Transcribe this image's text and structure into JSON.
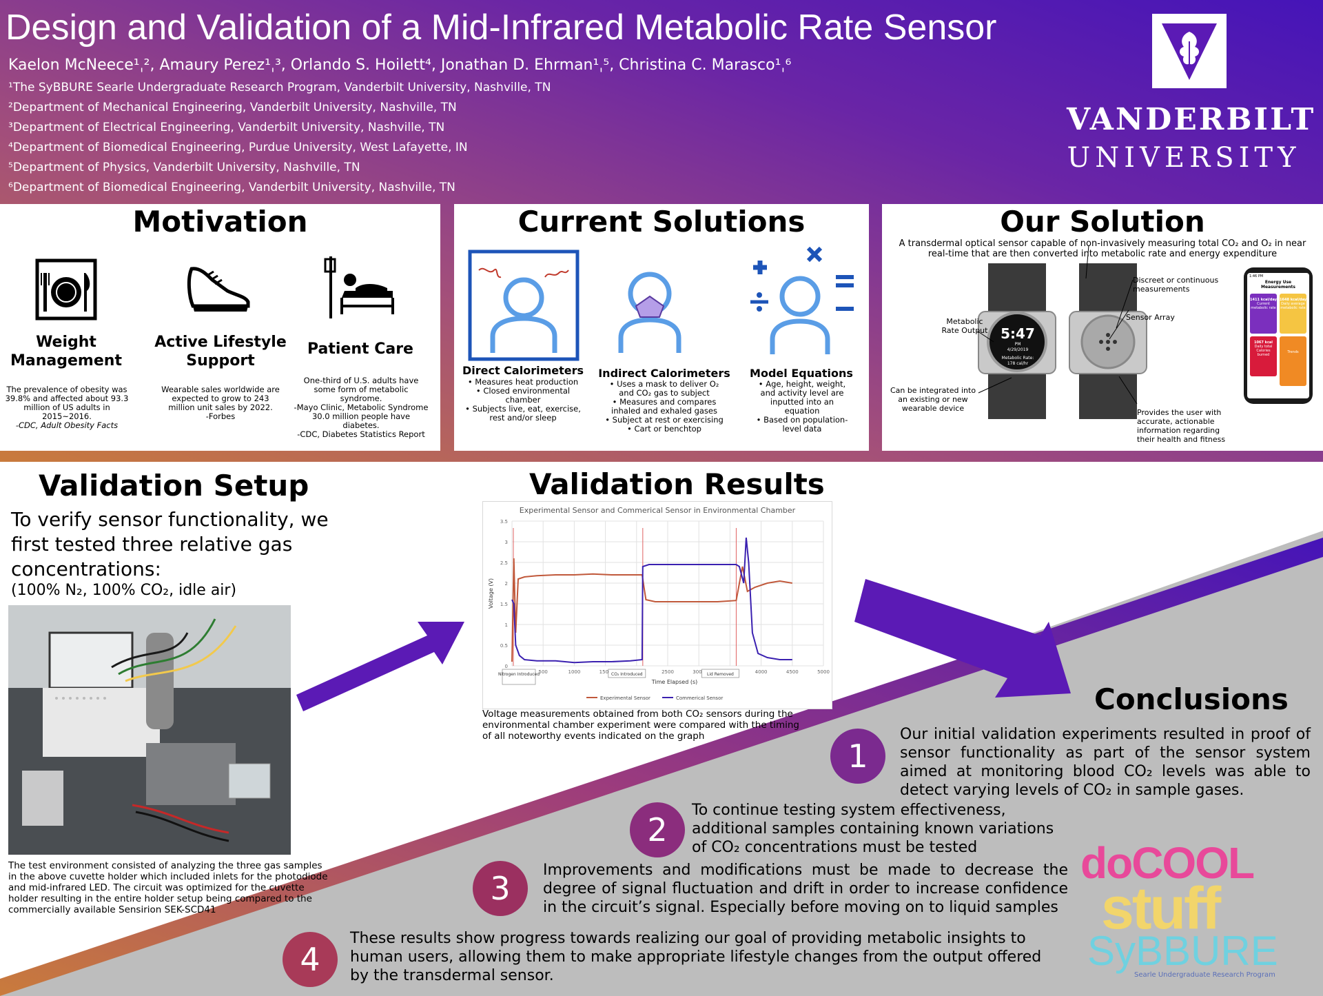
{
  "header": {
    "title": "Design and Validation of a Mid-Infrared Metabolic Rate Sensor",
    "authors": "Kaelon McNeece¹ˌ², Amaury Perez¹ˌ³, Orlando S. Hoilett⁴, Jonathan D. Ehrman¹ˌ⁵, Christina C. Marasco¹ˌ⁶",
    "affiliations": [
      "¹The SyBBURE Searle Undergraduate Research Program, Vanderbilt University, Nashville, TN",
      "²Department of Mechanical Engineering, Vanderbilt University, Nashville, TN",
      "³Department of Electrical Engineering, Vanderbilt University, Nashville, TN",
      "⁴Department of Biomedical Engineering, Purdue University, West Lafayette, IN",
      "⁵Department of Physics, Vanderbilt University, Nashville, TN",
      "⁶Department of Biomedical Engineering, Vanderbilt University, Nashville, TN"
    ],
    "logo_line1": "VANDERBILT",
    "logo_line2": "UNIVERSITY"
  },
  "motivation": {
    "title": "Motivation",
    "items": [
      {
        "label_1": "Weight",
        "label_2": "Management",
        "icon": "plate-icon",
        "lines": [
          "The prevalence of obesity was",
          "39.8% and affected about 93.3",
          "million of US adults in 2015~2016.",
          "-CDC, Adult Obesity Facts"
        ]
      },
      {
        "label_1": "Active Lifestyle",
        "label_2": "Support",
        "icon": "sneaker-icon",
        "lines": [
          "Wearable sales worldwide are",
          "expected to grow to 243",
          "million unit sales by 2022.",
          "-Forbes"
        ]
      },
      {
        "label_1": "Patient Care",
        "label_2": "",
        "icon": "hospital-bed-icon",
        "lines": [
          "One-third of U.S. adults have",
          "some form of metabolic syndrome.",
          "-Mayo Clinic, Metabolic Syndrome",
          "30.0 million people have diabetes.",
          "-CDC, Diabetes Statistics Report"
        ]
      }
    ]
  },
  "current": {
    "title": "Current Solutions",
    "items": [
      {
        "label": "Direct Calorimeters",
        "icon": "head-heat-icon",
        "bullets": [
          "Measures heat production",
          "Closed environmental chamber",
          "Subjects live, eat, exercise, rest and/or sleep"
        ]
      },
      {
        "label": "Indirect Calorimeters",
        "icon": "head-mask-icon",
        "bullets": [
          "Uses a mask to deliver O₂ and CO₂ gas to subject",
          "Measures and compares inhaled and exhaled gases",
          "Subject at rest or exercising",
          "Cart or benchtop"
        ]
      },
      {
        "label": "Model Equations",
        "icon": "head-math-icon",
        "bullets": [
          "Age, height, weight, and activity level are inputted into an equation",
          "Based on population-level data"
        ]
      }
    ]
  },
  "ours": {
    "title": "Our Solution",
    "subtitle": "A transdermal optical sensor capable of non-invasively measuring total CO₂ and O₂ in near real-time that are then converted into metabolic rate and energy expenditure",
    "notes": {
      "metabolic": "Metabolic Rate Output",
      "discreet": "Discreet or continuous measurements",
      "sensor_array": "Sensor Array",
      "integrated": "Can be integrated into an existing or new wearable device",
      "provides": "Provides the user with accurate, actionable information regarding their health and fitness"
    },
    "watch": {
      "time": "5:47",
      "pm": "PM",
      "date": "4/29/2019",
      "rate_label": "Metabolic Rate:",
      "rate": "178 cal/hr"
    },
    "phone": {
      "status_time": "1:46 PM",
      "header": "Energy Use Measurements",
      "tiles": [
        {
          "value": "1411 kcal/day",
          "label": "Current metabolic rate",
          "color": "#7b2fbe"
        },
        {
          "value": "1648 kcal/day",
          "label": "Daily average metabolic rate",
          "color": "#f5c542"
        },
        {
          "value": "1067 kcal",
          "label": "Daily total Calories burned",
          "color": "#d81b3b"
        },
        {
          "value": "",
          "label": "Trends",
          "color": "#f08a24"
        }
      ]
    }
  },
  "setup": {
    "title": "Validation Setup",
    "intro": "To verify sensor functionality, we first tested three relative gas concentrations:",
    "gases": "(100% N₂, 100% CO₂, idle air)",
    "caption": "The test environment consisted of analyzing the three gas samples in the above cuvette holder which included inlets for the photodiode and mid-infrared LED. The circuit was optimized for the cuvette holder resulting in the entire holder setup being compared to the commercially available Sensirion SEK-SCD41"
  },
  "results": {
    "title": "Validation Results",
    "caption": "Voltage measurements obtained from both CO₂ sensors during the environmental chamber experiment were compared with the timing of all noteworthy events indicated on the graph"
  },
  "chart_data": {
    "type": "line",
    "title": "Experimental Sensor and Commerical Sensor in Environmental Chamber",
    "xlabel": "Time Elapsed (s)",
    "ylabel": "Voltage (V)",
    "xlim": [
      0,
      5000
    ],
    "ylim": [
      0,
      3.5
    ],
    "xticks": [
      0,
      500,
      1000,
      1500,
      2000,
      2500,
      3000,
      3500,
      4000,
      4500,
      5000
    ],
    "yticks": [
      0,
      0.5,
      1,
      1.5,
      2,
      2.5,
      3,
      3.5
    ],
    "grid": true,
    "legend": "bottom",
    "events": [
      {
        "x": 0,
        "label": "Nitrogen Introduced"
      },
      {
        "x": 2100,
        "label": "CO₂ Introduced"
      },
      {
        "x": 3600,
        "label": "Lid Removed"
      }
    ],
    "series": [
      {
        "name": "Experimental Sensor",
        "color": "#c0583a",
        "points": [
          [
            0,
            0.1
          ],
          [
            30,
            2.6
          ],
          [
            60,
            0.8
          ],
          [
            100,
            2.1
          ],
          [
            200,
            2.15
          ],
          [
            400,
            2.18
          ],
          [
            700,
            2.2
          ],
          [
            1000,
            2.2
          ],
          [
            1300,
            2.22
          ],
          [
            1600,
            2.2
          ],
          [
            1900,
            2.2
          ],
          [
            2090,
            2.2
          ],
          [
            2120,
            1.9
          ],
          [
            2150,
            1.6
          ],
          [
            2300,
            1.55
          ],
          [
            2600,
            1.55
          ],
          [
            3000,
            1.55
          ],
          [
            3300,
            1.55
          ],
          [
            3600,
            1.58
          ],
          [
            3700,
            2.4
          ],
          [
            3780,
            1.8
          ],
          [
            3900,
            1.9
          ],
          [
            4100,
            2.0
          ],
          [
            4300,
            2.05
          ],
          [
            4500,
            2.0
          ]
        ]
      },
      {
        "name": "Commerical Sensor",
        "color": "#3a20b0",
        "points": [
          [
            0,
            1.6
          ],
          [
            30,
            1.5
          ],
          [
            60,
            0.5
          ],
          [
            120,
            0.25
          ],
          [
            200,
            0.15
          ],
          [
            400,
            0.12
          ],
          [
            700,
            0.12
          ],
          [
            1000,
            0.08
          ],
          [
            1300,
            0.1
          ],
          [
            1600,
            0.1
          ],
          [
            1900,
            0.12
          ],
          [
            2090,
            0.15
          ],
          [
            2100,
            2.4
          ],
          [
            2200,
            2.45
          ],
          [
            2600,
            2.45
          ],
          [
            3000,
            2.45
          ],
          [
            3400,
            2.45
          ],
          [
            3600,
            2.45
          ],
          [
            3650,
            2.4
          ],
          [
            3720,
            2.0
          ],
          [
            3760,
            3.1
          ],
          [
            3800,
            2.5
          ],
          [
            3860,
            0.8
          ],
          [
            3950,
            0.3
          ],
          [
            4100,
            0.2
          ],
          [
            4300,
            0.15
          ],
          [
            4500,
            0.15
          ]
        ]
      }
    ]
  },
  "conclusions": {
    "title": "Conclusions",
    "items": [
      {
        "num": "1",
        "text": "Our initial validation experiments resulted in proof of sensor functionality as part of the sensor system aimed at monitoring blood CO₂ levels was able to detect varying levels of CO₂ in sample gases.",
        "color": "#7b2a8f"
      },
      {
        "num": "2",
        "text": "To continue testing system effectiveness, additional samples containing known variations of CO₂ concentrations must be tested",
        "color": "#8b2d7d"
      },
      {
        "num": "3",
        "text": "Improvements and modifications must be made to decrease the degree of signal fluctuation and drift in order to increase confidence in the circuit’s signal. Especially before moving on to liquid samples",
        "color": "#9b3060"
      },
      {
        "num": "4",
        "text": "These results show progress towards realizing our goal of providing metabolic insights to human users, allowing them to make appropriate lifestyle changes from the output offered by the transdermal sensor.",
        "color": "#a83a58"
      }
    ]
  },
  "sybbure_logo": {
    "line1": "doCOOL",
    "line2": "stuff",
    "line3": "SyBBURE",
    "sub": "Searle Undergraduate Research Program"
  },
  "colors": {
    "accent_purple": "#5b1ab5",
    "header_orange": "#c8743a",
    "arrow_purple": "#5b1ab5"
  }
}
